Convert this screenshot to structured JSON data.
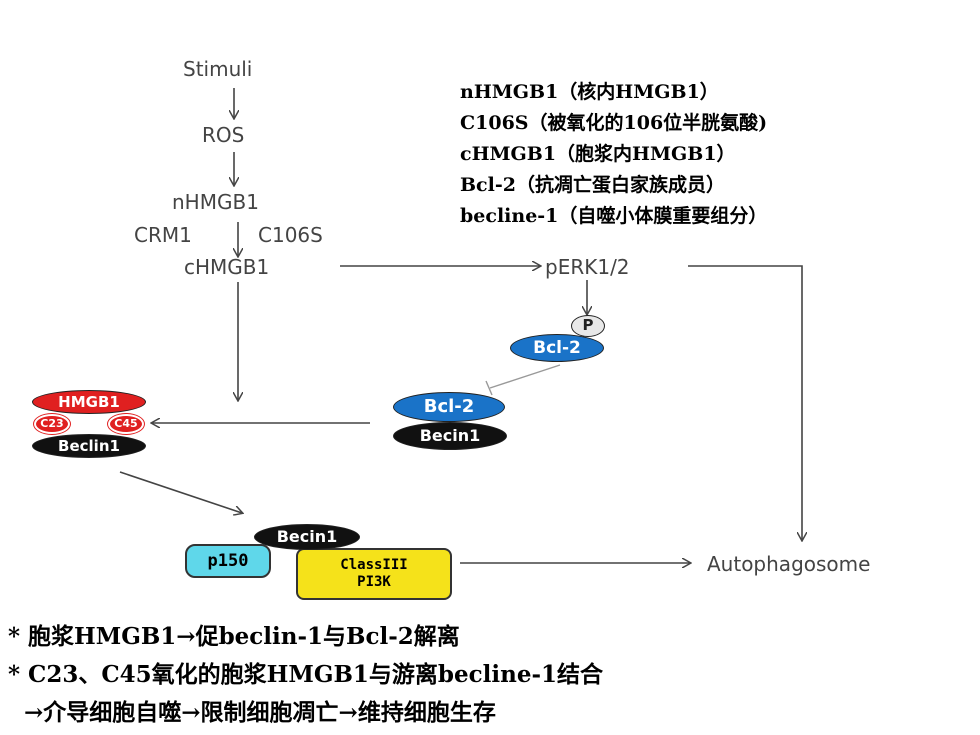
{
  "pathway": {
    "stimuli": "Stimuli",
    "ros": "ROS",
    "nhmgb1": "nHMGB1",
    "crm1": "CRM1",
    "c106s": "C106S",
    "chmgb1": "cHMGB1",
    "perk": "pERK1/2",
    "p": "P",
    "bcl2_phos": "Bcl-2",
    "bcl2": "Bcl-2",
    "becin1_complex": "Becin1",
    "hmgb1": "HMGB1",
    "c23": "C23",
    "c45": "C45",
    "beclin1": "Beclin1",
    "becin1_top": "Becin1",
    "p150": "p150",
    "pi3k_line1": "ClassIII",
    "pi3k_line2": "PI3K",
    "autophagosome": "Autophagosome"
  },
  "legend": [
    "nHMGB1（核内HMGB1）",
    "C106S（被氧化的106位半胱氨酸)",
    "cHMGB1（胞浆内HMGB1）",
    "Bcl-2（抗凋亡蛋白家族成员）",
    "becline-1（自噬小体膜重要组分）"
  ],
  "bullets": [
    "* 胞浆HMGB1→促beclin-1与Bcl-2解离",
    "* C23、C45氧化的胞浆HMGB1与游离becline-1结合",
    "  →介导细胞自噬→限制细胞凋亡→维持细胞生存"
  ],
  "colors": {
    "red": "#e02020",
    "blue": "#1a73c8",
    "black": "#111111",
    "cyan": "#5fd7ea",
    "yellow": "#f5e21a",
    "arrow": "#444444"
  }
}
